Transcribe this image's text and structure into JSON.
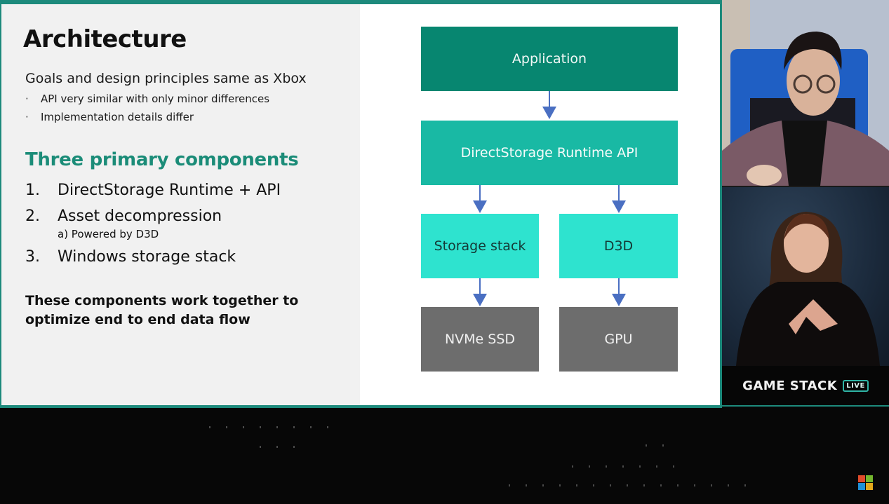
{
  "slide": {
    "title": "Architecture",
    "goal": "Goals and design principles same as Xbox",
    "bullets": [
      "API very similar with only minor differences",
      "Implementation details differ"
    ],
    "bullet_marker": "·",
    "section_heading": "Three primary components",
    "components": [
      {
        "num": "1.",
        "label": "DirectStorage Runtime + API"
      },
      {
        "num": "2.",
        "label": "Asset decompression"
      },
      {
        "num": "3.",
        "label": "Windows storage stack"
      }
    ],
    "sub_item": "a) Powered by D3D",
    "conclusion": "These components work together to optimize end to end data flow",
    "accent_color": "#1b8c78"
  },
  "diagram": {
    "nodes": {
      "application": "Application",
      "runtime": "DirectStorage Runtime API",
      "storage_stack": "Storage stack",
      "d3d": "D3D",
      "nvme": "NVMe SSD",
      "gpu": "GPU"
    },
    "edges": [
      [
        "application",
        "runtime"
      ],
      [
        "runtime",
        "storage_stack"
      ],
      [
        "runtime",
        "d3d"
      ],
      [
        "storage_stack",
        "nvme"
      ],
      [
        "d3d",
        "gpu"
      ]
    ],
    "arrow_color": "#4a6fc2"
  },
  "webcams": {
    "presenter": "presenter-video",
    "interpreter": "sign-language-interpreter-video"
  },
  "branding": {
    "name": "GAME STACK",
    "badge": "LIVE"
  }
}
